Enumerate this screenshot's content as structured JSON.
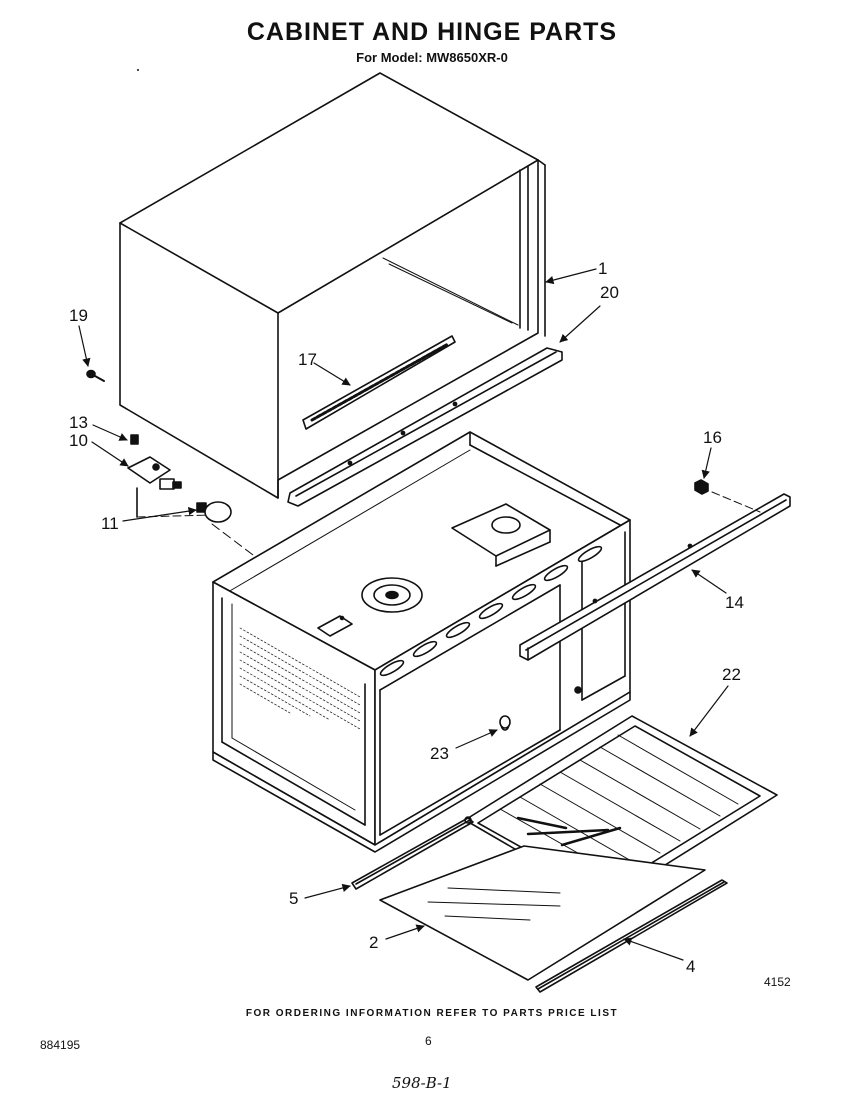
{
  "header": {
    "title": "CABINET AND HINGE PARTS",
    "subtitle": "For Model: MW8650XR-0"
  },
  "callouts": [
    {
      "id": "1",
      "label": "1"
    },
    {
      "id": "2",
      "label": "2"
    },
    {
      "id": "4",
      "label": "4"
    },
    {
      "id": "5",
      "label": "5"
    },
    {
      "id": "10",
      "label": "10"
    },
    {
      "id": "11",
      "label": "11"
    },
    {
      "id": "13",
      "label": "13"
    },
    {
      "id": "14",
      "label": "14"
    },
    {
      "id": "16",
      "label": "16"
    },
    {
      "id": "17",
      "label": "17"
    },
    {
      "id": "19",
      "label": "19"
    },
    {
      "id": "20",
      "label": "20"
    },
    {
      "id": "22",
      "label": "22"
    },
    {
      "id": "23",
      "label": "23"
    }
  ],
  "footer": {
    "note": "FOR ORDERING INFORMATION REFER TO PARTS PRICE LIST",
    "document_number": "884195",
    "page_number": "6",
    "figure_number": "4152",
    "handwritten": "598-B-1"
  }
}
